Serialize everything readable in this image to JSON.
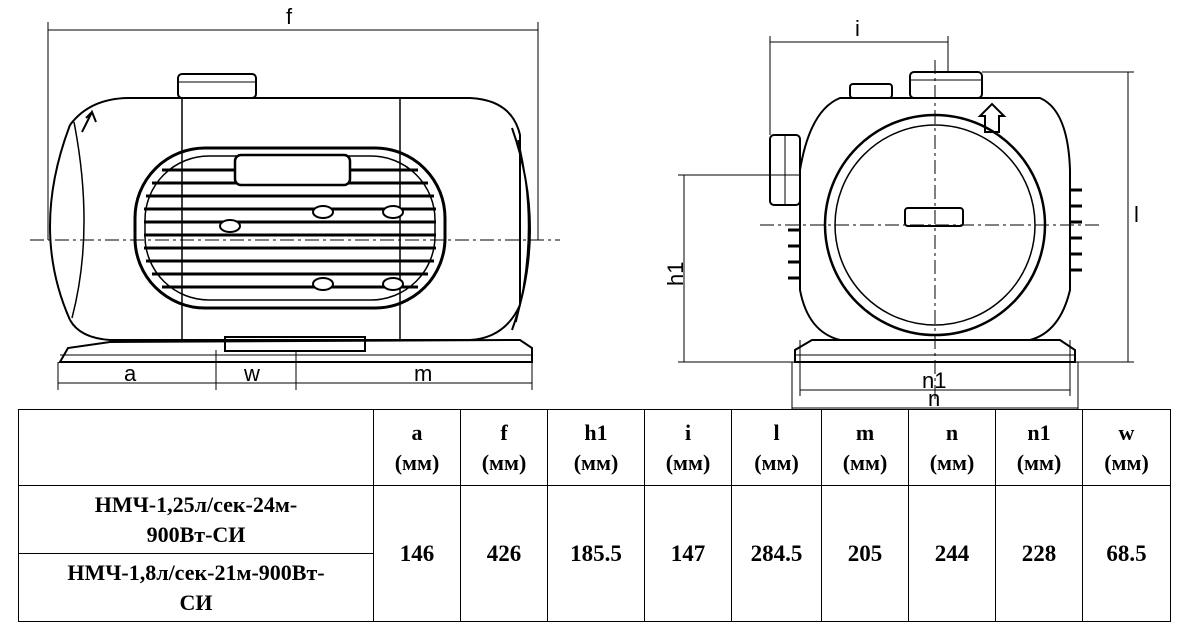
{
  "drawing": {
    "side_view": {
      "dimensions": {
        "overall_length": "f",
        "base_left": "a",
        "base_mid": "w",
        "base_right": "m"
      }
    },
    "front_view": {
      "dimensions": {
        "width_top": "i",
        "height_axis": "h1",
        "height_total": "l",
        "base_inner": "n1",
        "base_outer": "n"
      }
    }
  },
  "table": {
    "columns": [
      {
        "name": "a",
        "unit": "(мм)"
      },
      {
        "name": "f",
        "unit": "(мм)"
      },
      {
        "name": "h1",
        "unit": "(мм)"
      },
      {
        "name": "i",
        "unit": "(мм)"
      },
      {
        "name": "l",
        "unit": "(мм)"
      },
      {
        "name": "m",
        "unit": "(мм)"
      },
      {
        "name": "n",
        "unit": "(мм)"
      },
      {
        "name": "n1",
        "unit": "(мм)"
      },
      {
        "name": "w",
        "unit": "(мм)"
      }
    ],
    "models": [
      {
        "line1": "НМЧ-1,25л/сек-24м-",
        "line2": "900Вт-СИ"
      },
      {
        "line1": "НМЧ-1,8л/сек-21м-900Вт-",
        "line2": "СИ"
      }
    ],
    "values": [
      "146",
      "426",
      "185.5",
      "147",
      "284.5",
      "205",
      "244",
      "228",
      "68.5"
    ]
  }
}
